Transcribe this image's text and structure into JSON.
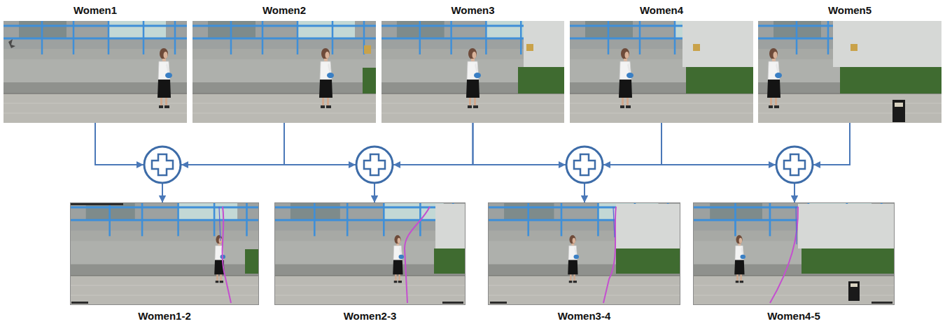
{
  "diagram": {
    "nodes": [
      {
        "text": [
          "Women1"
        ]
      },
      {
        "text": [
          "Women2"
        ]
      },
      {
        "text": [
          "Women3"
        ]
      },
      {
        "text": [
          "Women4"
        ]
      },
      {
        "text": [
          "Women5"
        ]
      },
      {
        "text": [
          "Women1-2"
        ]
      },
      {
        "text": [
          "Women2-3"
        ]
      },
      {
        "text": [
          "Women3-4"
        ]
      },
      {
        "text": [
          "Women4-5"
        ]
      }
    ],
    "edges": [
      {
        "from": 0,
        "to": 5,
        "arrow": "to"
      },
      {
        "from": 1,
        "to": 5,
        "arrow": "to"
      },
      {
        "from": 1,
        "to": 6,
        "arrow": "to"
      },
      {
        "from": 2,
        "to": 6,
        "arrow": "to"
      },
      {
        "from": 2,
        "to": 7,
        "arrow": "to"
      },
      {
        "from": 3,
        "to": 7,
        "arrow": "to"
      },
      {
        "from": 3,
        "to": 8,
        "arrow": "to"
      },
      {
        "from": 4,
        "to": 8,
        "arrow": "to"
      }
    ]
  }
}
